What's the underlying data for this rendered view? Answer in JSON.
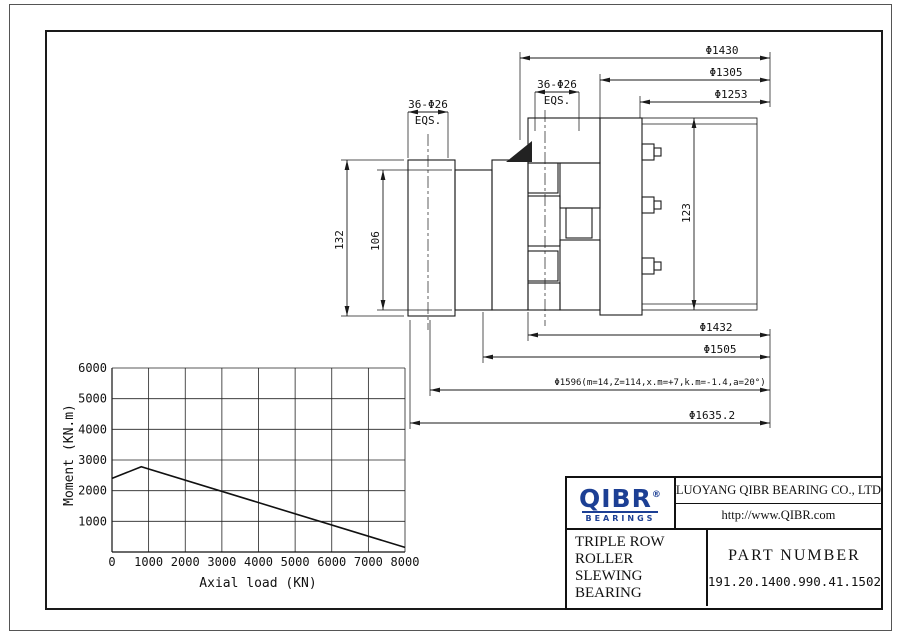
{
  "colors": {
    "line": "#1a1a1a",
    "logo_blue": "#1c3f94"
  },
  "drawing": {
    "dim_phi1430": "Φ1430",
    "dim_phi1305": "Φ1305",
    "dim_phi1253": "Φ1253",
    "bolt_callout_top_line1": "36-Φ26",
    "bolt_callout_top_line2": "EQS.",
    "bolt_callout_left_line1": "36-Φ26",
    "bolt_callout_left_line2": "EQS.",
    "dim_height_outer": "132",
    "dim_height_inner": "106",
    "dim_height_right": "123",
    "dim_phi1432": "Φ1432",
    "dim_phi1505": "Φ1505",
    "dim_phi1596": "Φ1596(m=14,Z=114,x.m=+7,k.m=-1.4,a=20°)",
    "dim_phi1635": "Φ1635.2"
  },
  "chart_data": {
    "type": "line",
    "x": [
      0,
      800,
      8000
    ],
    "y": [
      2400,
      2780,
      150
    ],
    "xlabel": "Axial load (KN)",
    "ylabel": "Moment (KN.m)",
    "x_ticks": [
      0,
      1000,
      2000,
      3000,
      4000,
      5000,
      6000,
      7000,
      8000
    ],
    "y_ticks": [
      1000,
      2000,
      3000,
      4000,
      5000,
      6000
    ],
    "xlim": [
      0,
      8000
    ],
    "ylim": [
      0,
      6000
    ],
    "grid": true,
    "legend": null,
    "title": ""
  },
  "title_block": {
    "logo_text": "QIBR",
    "logo_reg": "®",
    "logo_sub": "BEARINGS",
    "company": "LUOYANG QIBR BEARING CO., LTD",
    "website": "http://www.QIBR.com",
    "product_lines": [
      "TRIPLE ROW",
      "ROLLER",
      "SLEWING BEARING"
    ],
    "part_number_label": "PART NUMBER",
    "part_number": "191.20.1400.990.41.1502"
  }
}
